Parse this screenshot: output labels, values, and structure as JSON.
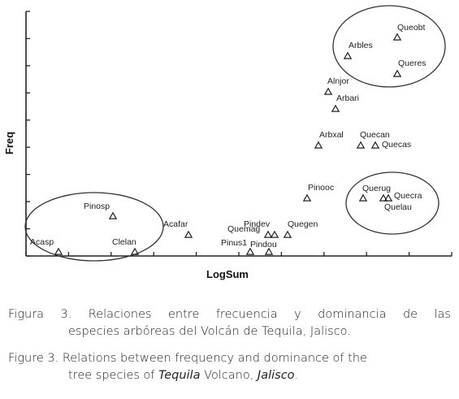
{
  "chart_data": {
    "type": "scatter",
    "xlabel": "LogSum",
    "ylabel": "Freq",
    "xlim": [
      0,
      10
    ],
    "ylim": [
      0,
      10
    ],
    "grid": false,
    "marker": "triangle-open",
    "points": [
      {
        "label": "Acasp",
        "x": 0.4,
        "y": 0.1
      },
      {
        "label": "Clelan",
        "x": 3.9,
        "y": 0.1
      },
      {
        "label": "Pinosp",
        "x": 2.9,
        "y": 1.5
      },
      {
        "label": "Acafar",
        "x": 6.3,
        "y": 0.8
      },
      {
        "label": "Quemag",
        "x": 9.8,
        "y": 0.8
      },
      {
        "label": "Pindev",
        "x": 10.1,
        "y": 0.8
      },
      {
        "label": "Pinus1",
        "x": 9.6,
        "y": 0.1
      },
      {
        "label": "Pindou",
        "x": 10.5,
        "y": 0.1
      },
      {
        "label": "Quegen",
        "x": 11.3,
        "y": 0.8
      },
      {
        "label": "Pinooc",
        "x": 12.2,
        "y": 2.1
      },
      {
        "label": "Querug",
        "x": 14.6,
        "y": 2.1
      },
      {
        "label": "Quecra",
        "x": 15.3,
        "y": 2.1
      },
      {
        "label": "Quelau",
        "x": 15.5,
        "y": 2.1
      },
      {
        "label": "Arbxal",
        "x": 12.7,
        "y": 4.0
      },
      {
        "label": "Quecan",
        "x": 14.5,
        "y": 4.0
      },
      {
        "label": "Quecas",
        "x": 15.2,
        "y": 4.0
      },
      {
        "label": "Arbari",
        "x": 13.4,
        "y": 5.4
      },
      {
        "label": "Alnjor",
        "x": 13.0,
        "y": 6.0
      },
      {
        "label": "Queres",
        "x": 16.0,
        "y": 6.6
      },
      {
        "label": "Arbles",
        "x": 13.9,
        "y": 7.3
      },
      {
        "label": "Queobt",
        "x": 16.0,
        "y": 8.0
      }
    ]
  },
  "caption": {
    "es_line1": [
      "Figura",
      "3.",
      "Relaciones",
      "entre",
      "frecuencia",
      "y",
      "dominancia",
      "de",
      "las"
    ],
    "es_line2": "especies arbóreas del Volcán de Tequila, Jalisco.",
    "en_line1": "Figure 3. Relations between frequency and dominance of the",
    "en_line2_a": "tree species of ",
    "en_line2_b": "Tequila",
    "en_line2_c": " Volcano, ",
    "en_line2_d": "Jalisco",
    "en_line2_e": "."
  }
}
